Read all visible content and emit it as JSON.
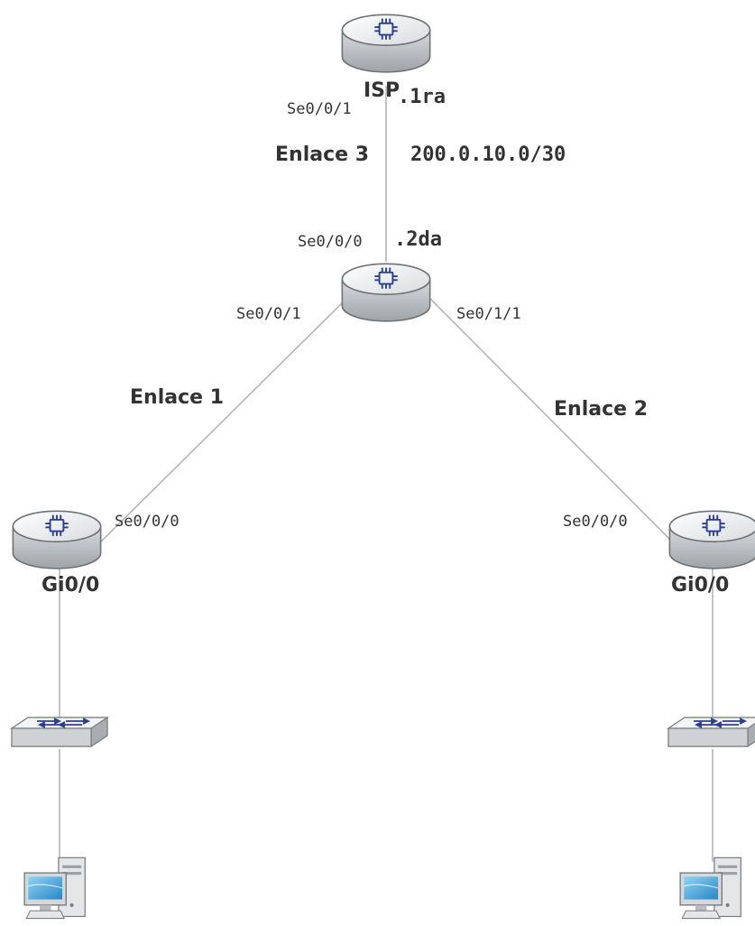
{
  "diagram": {
    "devices": {
      "isp": {
        "name": "ISP",
        "suffix": ".1ra",
        "icon": "router-icon"
      },
      "central": {
        "suffix": ".2da",
        "icon": "router-icon"
      },
      "left_router": {
        "icon": "router-icon"
      },
      "right_router": {
        "icon": "router-icon"
      },
      "left_switch": {
        "icon": "switch-icon"
      },
      "right_switch": {
        "icon": "switch-icon"
      },
      "left_pc": {
        "icon": "pc-icon"
      },
      "right_pc": {
        "icon": "pc-icon"
      }
    },
    "links": {
      "link3": {
        "label": "Enlace 3",
        "network": "200.0.10.0/30",
        "isp_port": "Se0/0/1",
        "central_port": "Se0/0/0"
      },
      "link1": {
        "label": "Enlace 1",
        "central_port": "Se0/0/1",
        "router_port": "Se0/0/0"
      },
      "link2": {
        "label": "Enlace 2",
        "central_port": "Se0/1/1",
        "router_port": "Se0/0/0"
      }
    },
    "lan": {
      "left_port": "Gi0/0",
      "right_port": "Gi0/0"
    },
    "colors": {
      "router_body": "#c9ccd0",
      "router_top": "#eef0f2",
      "link_line": "#b5b5b5",
      "router_symbol": "#2b3f8f",
      "pc_screen": "#4aa3d6"
    }
  }
}
